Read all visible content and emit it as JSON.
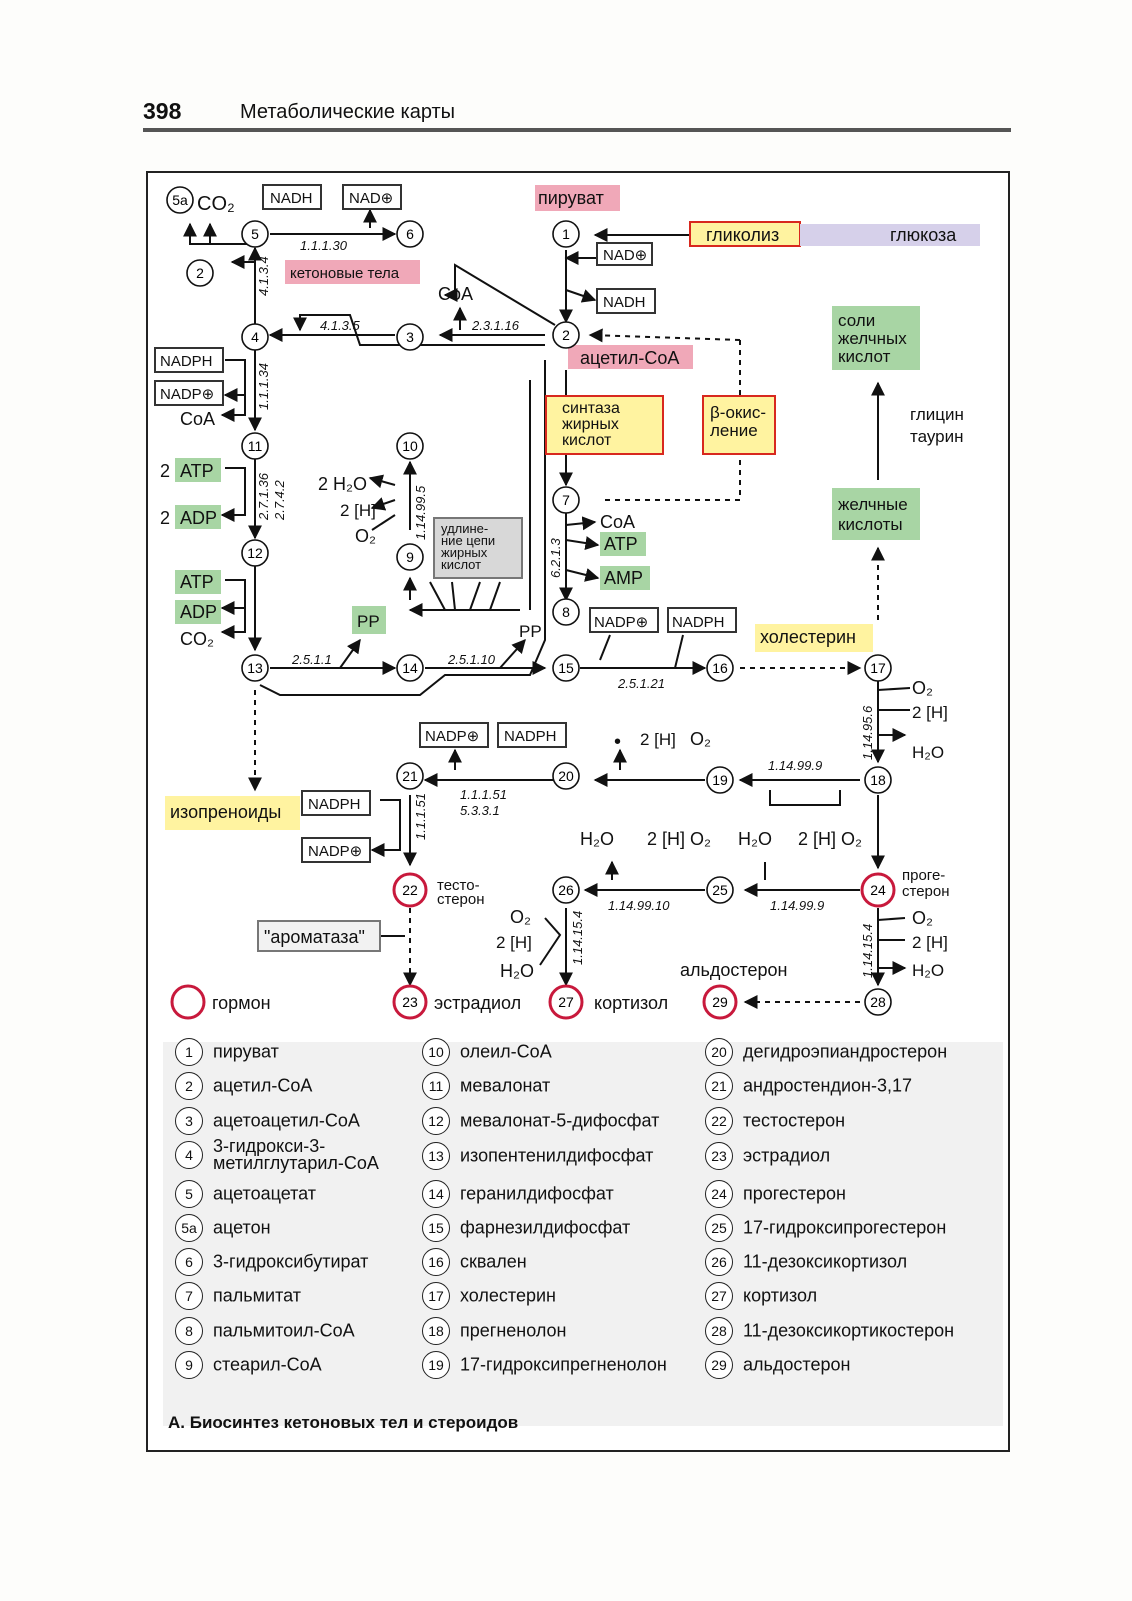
{
  "header": {
    "page_number": "398",
    "title": "Метаболические карты"
  },
  "caption": "А. Биосинтез кетоновых тел и стероидов",
  "diagram": {
    "labels": {
      "pyruvate": "пируват",
      "glycolysis": "гликолиз",
      "glucose": "глюкоза",
      "ketone_bodies": "кетоновые тела",
      "acetyl_coa": "ацетил-СоА",
      "fa_synthase": [
        "синтаза",
        "жирных",
        "кислот"
      ],
      "beta_ox": [
        "β-окис-",
        "ление"
      ],
      "bile_salts": [
        "соли",
        "желчных",
        "кислот"
      ],
      "glycine": "глицин",
      "taurine": "таурин",
      "bile_acids": [
        "желчные",
        "кислоты"
      ],
      "elongation": [
        "удлине-",
        "ние цепи",
        "жирных",
        "кислот"
      ],
      "cholesterol": "холестерин",
      "isoprenoids": "изопреноиды",
      "aromatase": "\"ароматаза\"",
      "testosterone": [
        "тесто-",
        "стерон"
      ],
      "progesterone": [
        "проге-",
        "стерон"
      ],
      "estradiol": "эстрадиол",
      "cortisol": "кортизол",
      "aldosterone": "альдостерон",
      "hormone_legend": "гормон"
    },
    "cofactors": {
      "co2": "CO₂",
      "nadh": "NADH",
      "nadp_ox": "NAD⊕",
      "nadph": "NADPH",
      "nadp_plus": "NADP⊕",
      "coa": "CoA",
      "atp": "ATP",
      "adp": "ADP",
      "amp": "AMP",
      "pp": "PP",
      "two_atp": "2 ATP",
      "two_adp": "2 ADP",
      "two_h2o": "2 H₂O",
      "two_h": "2 [H]",
      "o2": "O₂",
      "h2o": "H₂O",
      "two_h_o2": "2 [H] O₂",
      "dot": "•"
    },
    "enzymes": {
      "e1": "1.1.1.30",
      "e2": "4.1.3.4",
      "e3": "4.1.3.5",
      "e4": "2.3.1.16",
      "e5": "1.1.1.34",
      "e6": "2.7.1.36",
      "e7": "2.7.4.2",
      "e8": "1.14.99.5",
      "e9": "6.2.1.3",
      "e10": "2.5.1.1",
      "e11": "2.5.1.10",
      "e12": "2.5.1.21",
      "e13": "1.14.95.6",
      "e14": "1.14.99.9",
      "e15": "1.1.1.51",
      "e16": "5.3.3.1",
      "e17": "1.1.1.51",
      "e18": "1.14.99.10",
      "e19": "1.14.99.9",
      "e20": "1.14.15.4",
      "e21": "1.14.15.4"
    },
    "colors": {
      "pink": "#f0a8b8",
      "green": "#a8d5a4",
      "yellow": "#fff3a0",
      "hormone_ring": "#c8193c",
      "lavender": "#d6d0ea",
      "red_box": "#d8281e",
      "gray": "#d8d8d8"
    }
  },
  "legend": [
    {
      "n": "1",
      "t": "пируват"
    },
    {
      "n": "2",
      "t": "ацетил-СоА"
    },
    {
      "n": "3",
      "t": "ацетоацетил-СоА"
    },
    {
      "n": "4",
      "t": "3-гидрокси-3-",
      "t2": "метилглутарил-СоА"
    },
    {
      "n": "5",
      "t": "ацетоацетат"
    },
    {
      "n": "5a",
      "t": "ацетон"
    },
    {
      "n": "6",
      "t": "3-гидроксибутират"
    },
    {
      "n": "7",
      "t": "пальмитат"
    },
    {
      "n": "8",
      "t": "пальмитоил-СоА"
    },
    {
      "n": "9",
      "t": "стеарил-СоА"
    },
    {
      "n": "10",
      "t": "олеил-СоА"
    },
    {
      "n": "11",
      "t": "мевалонат"
    },
    {
      "n": "12",
      "t": "мевалонат-5-дифосфат"
    },
    {
      "n": "13",
      "t": "изопентенилдифосфат"
    },
    {
      "n": "14",
      "t": "геранилдифосфат"
    },
    {
      "n": "15",
      "t": "фарнезилдифосфат"
    },
    {
      "n": "16",
      "t": "сквален"
    },
    {
      "n": "17",
      "t": "холестерин"
    },
    {
      "n": "18",
      "t": "прегненолон"
    },
    {
      "n": "19",
      "t": "17-гидроксипрегненолон"
    },
    {
      "n": "20",
      "t": "дегидроэпиандростерон"
    },
    {
      "n": "21",
      "t": "андростендион-3,17"
    },
    {
      "n": "22",
      "t": "тестостерон"
    },
    {
      "n": "23",
      "t": "эстрадиол"
    },
    {
      "n": "24",
      "t": "прогестерон"
    },
    {
      "n": "25",
      "t": "17-гидроксипрогестерон"
    },
    {
      "n": "26",
      "t": "11-дезоксикортизол"
    },
    {
      "n": "27",
      "t": "кортизол"
    },
    {
      "n": "28",
      "t": "11-дезоксикортикостерон"
    },
    {
      "n": "29",
      "t": "альдостерон"
    }
  ]
}
